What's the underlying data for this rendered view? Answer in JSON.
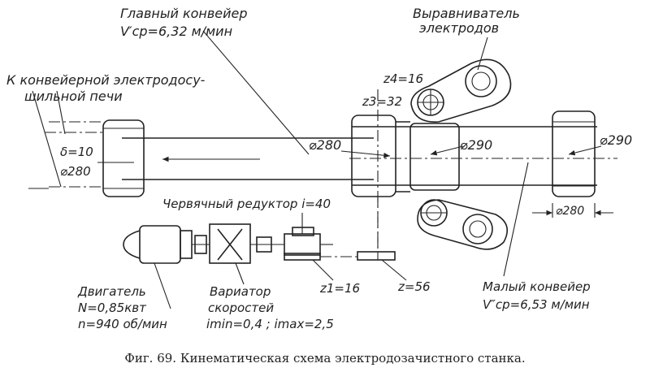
{
  "labels": {
    "main_conveyor": "Главный конвейер",
    "main_speed": "V′ср=6,32 м/мин",
    "aligner_line1": "Выравниватель",
    "aligner_line2": "электродов",
    "to_oven_line1": "К конвейерной электродосу-",
    "to_oven_line2": "шильной печи",
    "z4": "z4=16",
    "z3": "z3=32",
    "delta": "δ=10",
    "d280_left": "⌀280",
    "d280_mid": "⌀280",
    "d290_mid": "⌀290",
    "d290_right": "⌀290",
    "d280_bottom": "⌀280",
    "worm_gear": "Червячный редуктор i=40",
    "motor_line1": "Двигатель",
    "motor_line2": "N=0,85квт",
    "motor_line3": "n=940 об/мин",
    "variator_line1": "Вариатор",
    "variator_line2": "скоростей",
    "variator_line3": "imin=0,4 ; imax=2,5",
    "z1": "z1=16",
    "z56": "z=56",
    "small_conveyor": "Малый конвейер",
    "small_speed": "V″ср=6,53 м/мин"
  },
  "caption": "Фиг. 69. Кинематическая схема электродозачистного станка."
}
